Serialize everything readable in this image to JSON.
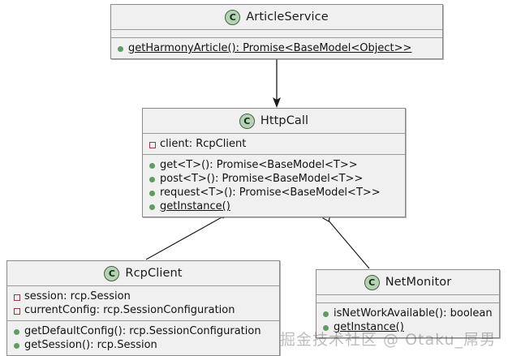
{
  "diagram": {
    "type": "uml-class-diagram",
    "classes": [
      {
        "id": "article-service",
        "name": "ArticleService",
        "icon": "class-c-icon",
        "fields": [],
        "methods": [
          {
            "visibility": "public",
            "text": "getHarmonyArticle(): Promise<BaseModel<Object>>",
            "static": true
          }
        ]
      },
      {
        "id": "http-call",
        "name": "HttpCall",
        "icon": "class-c-icon",
        "fields": [
          {
            "visibility": "private",
            "text": "client: RcpClient",
            "static": false
          }
        ],
        "methods": [
          {
            "visibility": "public",
            "text": "get<T>(): Promise<BaseModel<T>>",
            "static": false
          },
          {
            "visibility": "public",
            "text": "post<T>(): Promise<BaseModel<T>>",
            "static": false
          },
          {
            "visibility": "public",
            "text": "request<T>(): Promise<BaseModel<T>>",
            "static": false
          },
          {
            "visibility": "public",
            "text": "getInstance()",
            "static": true
          }
        ]
      },
      {
        "id": "rcp-client",
        "name": "RcpClient",
        "icon": "class-c-icon",
        "fields": [
          {
            "visibility": "private",
            "text": "session: rcp.Session",
            "static": false
          },
          {
            "visibility": "private",
            "text": "currentConfig: rcp.SessionConfiguration",
            "static": false
          }
        ],
        "methods": [
          {
            "visibility": "public",
            "text": "getDefaultConfig(): rcp.SessionConfiguration",
            "static": false
          },
          {
            "visibility": "public",
            "text": "getSession(): rcp.Session",
            "static": false
          }
        ]
      },
      {
        "id": "net-monitor",
        "name": "NetMonitor",
        "icon": "class-c-icon",
        "fields": [],
        "methods": [
          {
            "visibility": "public",
            "text": "isNetWorkAvailable(): boolean",
            "static": false
          },
          {
            "visibility": "public",
            "text": "getInstance()",
            "static": true
          }
        ]
      }
    ],
    "relations": [
      {
        "id": "rel-article-http",
        "from": "ArticleService",
        "to": "HttpCall",
        "kind": "association-arrow"
      },
      {
        "id": "rel-http-rcp",
        "from": "HttpCall",
        "to": "RcpClient",
        "kind": "composition-filled-diamond"
      },
      {
        "id": "rel-http-netmonitor",
        "from": "HttpCall",
        "to": "NetMonitor",
        "kind": "aggregation-hollow-diamond"
      }
    ],
    "colors": {
      "box_fill": "#f0f0f0",
      "box_border": "#8a8a8a",
      "public_marker": "#5f9b62",
      "private_marker": "#8e3b45",
      "icon_fill": "#b4d3b2",
      "line": "#1a1a1a"
    }
  },
  "watermark": {
    "text": "掘金技术社区 @ Otaku_屌男"
  }
}
